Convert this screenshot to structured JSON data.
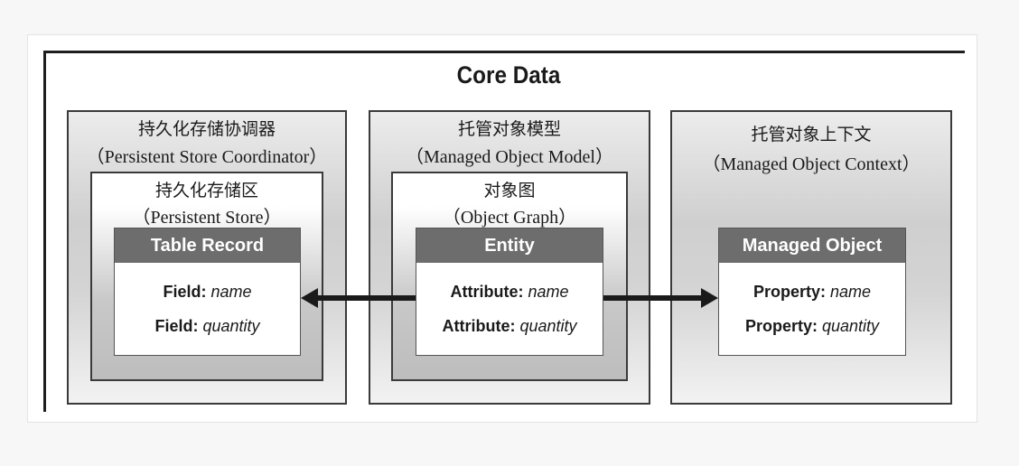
{
  "title": "Core Data",
  "colors": {
    "frame_line": "#1e1e1e",
    "header_fill": "#6d6d6d",
    "arrow": "#1a1a1a"
  },
  "columns": [
    {
      "label_zh": "持久化存储协调器",
      "label_en": "（Persistent Store Coordinator）",
      "inner_label_zh": "持久化存储区",
      "inner_label_en": "（Persistent Store）",
      "card": {
        "header": "Table Record",
        "rows": [
          {
            "key": "Field:",
            "value": "name"
          },
          {
            "key": "Field:",
            "value": "quantity"
          }
        ]
      }
    },
    {
      "label_zh": "托管对象模型",
      "label_en": "（Managed Object Model）",
      "inner_label_zh": "对象图",
      "inner_label_en": "（Object Graph）",
      "card": {
        "header": "Entity",
        "rows": [
          {
            "key": "Attribute:",
            "value": "name"
          },
          {
            "key": "Attribute:",
            "value": "quantity"
          }
        ]
      }
    },
    {
      "label_zh": "托管对象上下文",
      "label_en": "（Managed Object Context）",
      "card": {
        "header": "Managed Object",
        "rows": [
          {
            "key": "Property:",
            "value": "name"
          },
          {
            "key": "Property:",
            "value": "quantity"
          }
        ]
      }
    }
  ]
}
